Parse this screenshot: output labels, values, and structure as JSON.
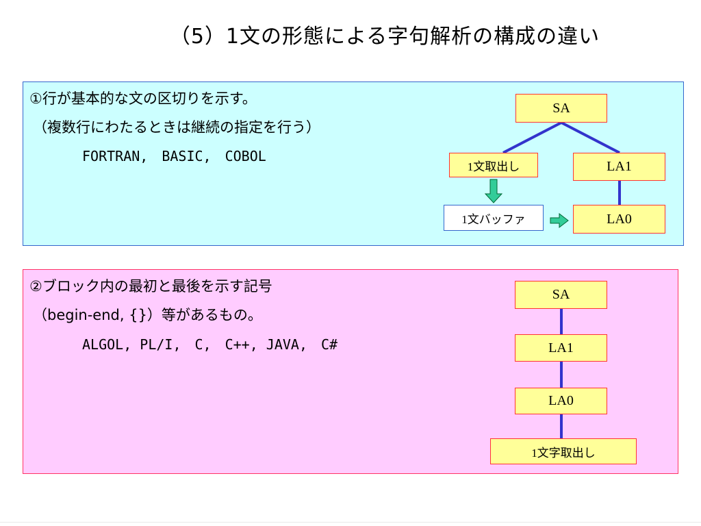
{
  "title": "（5）1文の形態による字句解析の構成の違い",
  "section1": {
    "lines": [
      "①行が基本的な文の区切りを示す。",
      "（複数行にわたるときは継続の指定を行う）",
      "　FORTRAN,　BASIC,　COBOL"
    ],
    "diagram": {
      "sa": "SA",
      "extract": "1文取出し",
      "la1": "LA1",
      "buffer": "1文バッファ",
      "la0": "LA0"
    }
  },
  "section2": {
    "lines": [
      "②ブロック内の最初と最後を示す記号",
      "（begin-end, {}）等があるもの。",
      "　ALGOL, PL/I,　C,　C++, JAVA,　C#"
    ],
    "diagram": {
      "sa": "SA",
      "la1": "LA1",
      "la0": "LA0",
      "extract": "1文字取出し"
    }
  },
  "colors": {
    "panel1_bg": "#ccffff",
    "panel2_bg": "#ffccff",
    "box_bg": "#ffff99",
    "box_border": "#ff3333",
    "connector": "#3333cc",
    "arrow_fill": "#33cc99"
  }
}
